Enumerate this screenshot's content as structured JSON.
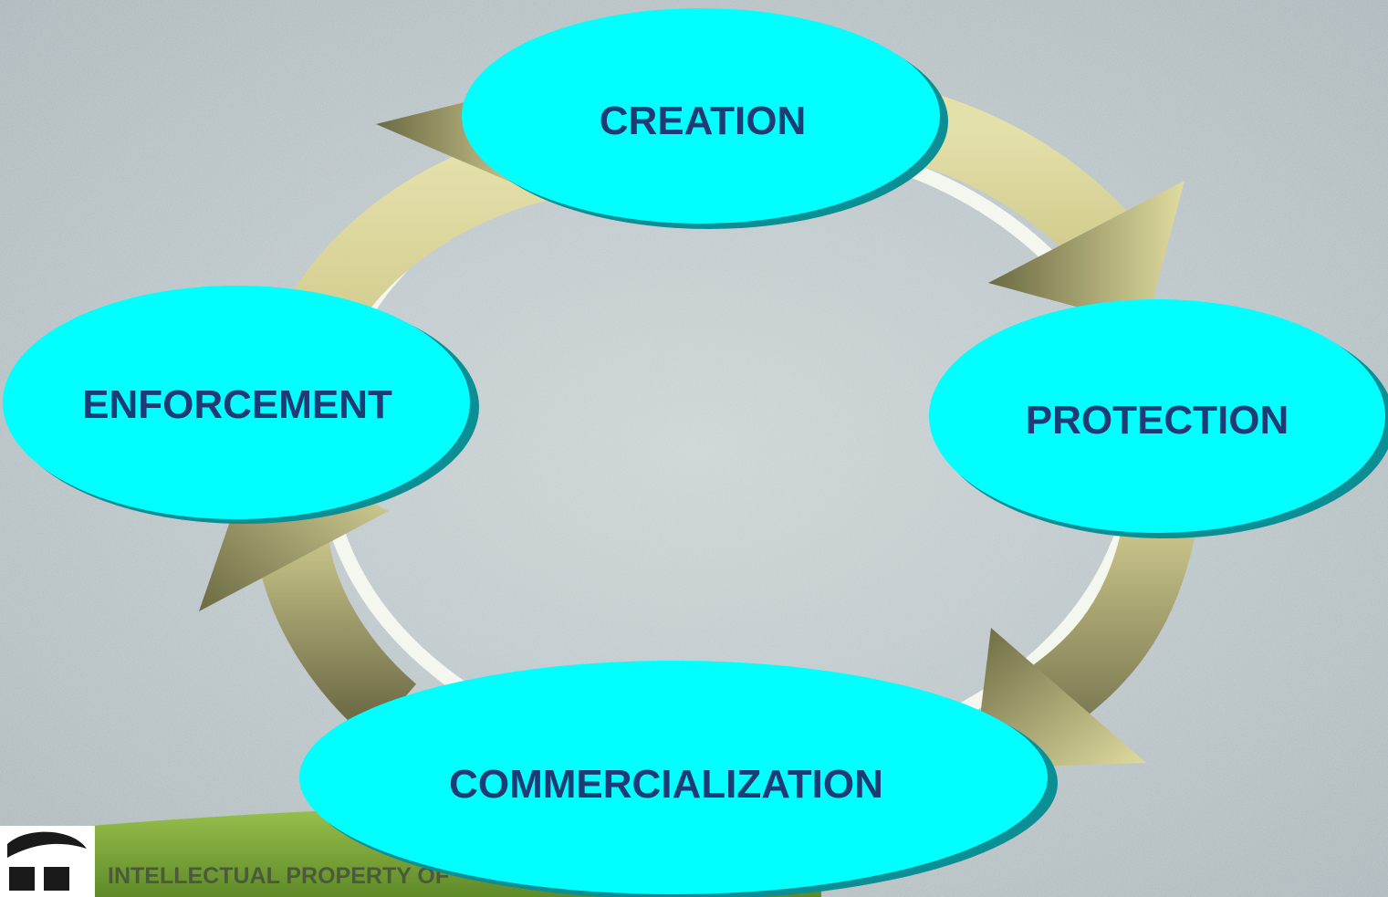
{
  "diagram": {
    "nodes": [
      {
        "id": "creation",
        "label": "CREATION"
      },
      {
        "id": "protection",
        "label": "PROTECTION"
      },
      {
        "id": "commercialization",
        "label": "COMMERCIALIZATION"
      },
      {
        "id": "enforcement",
        "label": "ENFORCEMENT"
      }
    ],
    "cycle_order": [
      "creation",
      "protection",
      "commercialization",
      "enforcement"
    ]
  },
  "footer": {
    "organization_text": "INTELLECTUAL PROPERTY OF"
  },
  "colors": {
    "node_fill": "#00ffff",
    "node_shadow": "#0b8f94",
    "node_text": "#1f3b73",
    "ring": "#d9d59a",
    "arrow_light": "#e0dca0",
    "arrow_dark": "#6b6a42",
    "footer_band": "#7fa83a"
  }
}
